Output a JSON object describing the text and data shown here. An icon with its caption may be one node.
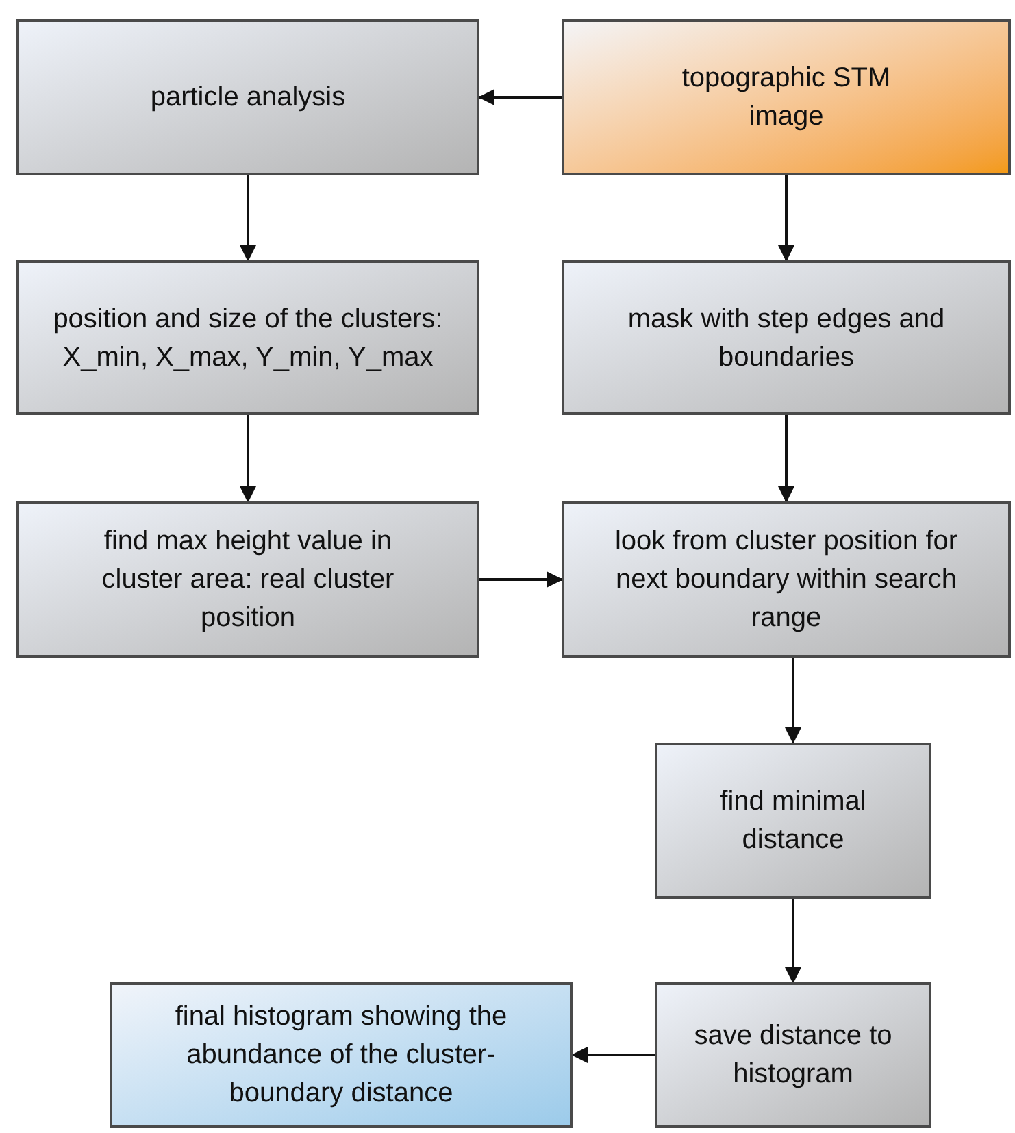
{
  "diagram": {
    "nodes": [
      {
        "text": [
          "particle analysis"
        ]
      },
      {
        "text": [
          "topographic STM image"
        ]
      },
      {
        "text": [
          "position and size of the clusters: X_min, X_max, Y_min, Y_max"
        ]
      },
      {
        "text": [
          "mask with step edges and boundaries"
        ]
      },
      {
        "text": [
          "find max height value in cluster area: real cluster position"
        ]
      },
      {
        "text": [
          "look from cluster position for next boundary within search range"
        ]
      },
      {
        "text": [
          "find minimal distance"
        ]
      },
      {
        "text": [
          "save distance to histogram"
        ]
      },
      {
        "text": [
          "final histogram showing the abundance of the cluster-boundary distance"
        ]
      }
    ],
    "edges": [
      {
        "from": 1,
        "to": 0,
        "arrow": "to"
      },
      {
        "from": 0,
        "to": 2,
        "arrow": "to"
      },
      {
        "from": 1,
        "to": 3,
        "arrow": "to"
      },
      {
        "from": 2,
        "to": 4,
        "arrow": "to"
      },
      {
        "from": 4,
        "to": 5,
        "arrow": "to"
      },
      {
        "from": 3,
        "to": 5,
        "arrow": "to"
      },
      {
        "from": 5,
        "to": 6,
        "arrow": "to"
      },
      {
        "from": 6,
        "to": 7,
        "arrow": "to"
      },
      {
        "from": 7,
        "to": 8,
        "arrow": "to"
      }
    ]
  }
}
